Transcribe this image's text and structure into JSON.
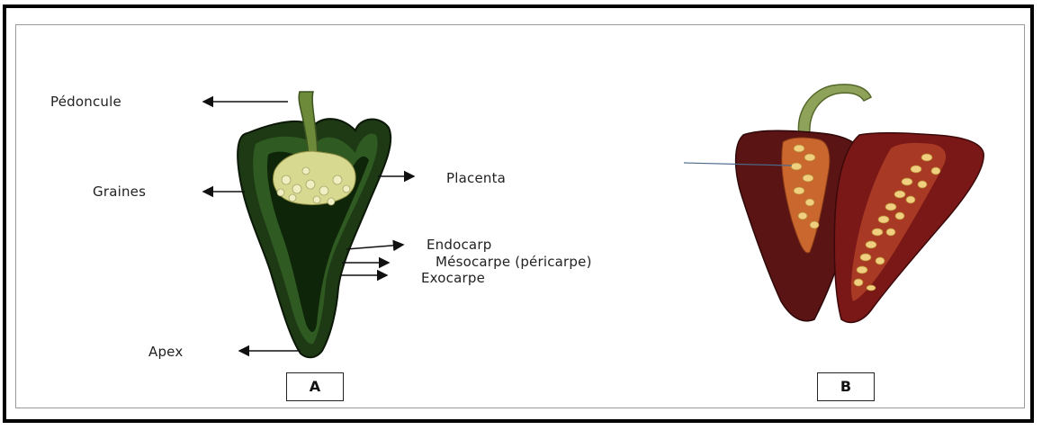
{
  "figure": {
    "labels": {
      "pedoncule": "Pédoncule",
      "graines": "Graines",
      "placenta": "Placenta",
      "endocarp": "Endocarp",
      "mesocarpe": "Mésocarpe (péricarpe)",
      "exocarpe": "Exocarpe",
      "apex": "Apex"
    },
    "panels": {
      "a": "A",
      "b": "B"
    }
  }
}
